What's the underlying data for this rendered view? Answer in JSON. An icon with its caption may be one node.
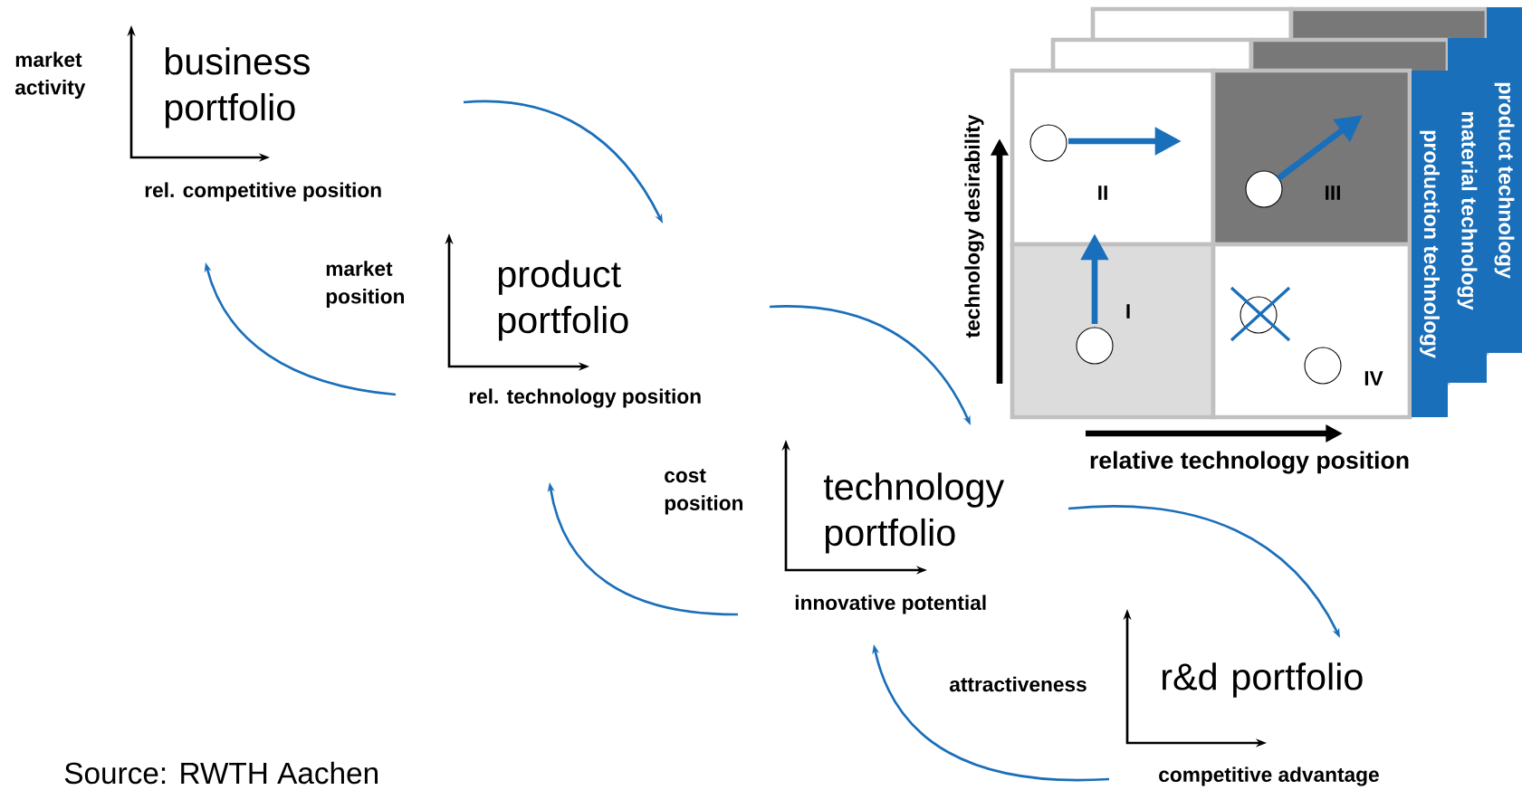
{
  "diagram": {
    "nodes": [
      {
        "text": [
          "business portfolio"
        ],
        "beside": [
          "market activity",
          "rel. competitive position"
        ]
      },
      {
        "text": [
          "product portfolio"
        ],
        "beside": [
          "market position",
          "rel. technology position"
        ]
      },
      {
        "text": [
          "technology portfolio"
        ],
        "beside": [
          "cost position",
          "innovative potential"
        ]
      },
      {
        "text": [
          "r&d portfolio"
        ],
        "beside": [
          "attractiveness",
          "competitive advantage"
        ]
      },
      {
        "text": [
          "product technology"
        ]
      },
      {
        "text": [
          "material technology"
        ]
      },
      {
        "text": [
          "production technology"
        ]
      },
      {
        "text": [
          "II"
        ]
      },
      {
        "text": [
          "III"
        ]
      },
      {
        "text": [
          "I"
        ]
      },
      {
        "text": [
          "IV"
        ]
      }
    ],
    "edges": [
      {
        "from": 0,
        "to": 1,
        "arrow": "to"
      },
      {
        "from": 1,
        "to": 0,
        "arrow": "to"
      },
      {
        "from": 1,
        "to": 2,
        "arrow": "to"
      },
      {
        "from": 2,
        "to": 1,
        "arrow": "to"
      },
      {
        "from": 2,
        "to": 3,
        "arrow": "to"
      },
      {
        "from": 3,
        "to": 2,
        "arrow": "to"
      }
    ],
    "labels": [
      "technology desirability",
      "relative technology position",
      "Source: RWTH Aachen"
    ]
  }
}
